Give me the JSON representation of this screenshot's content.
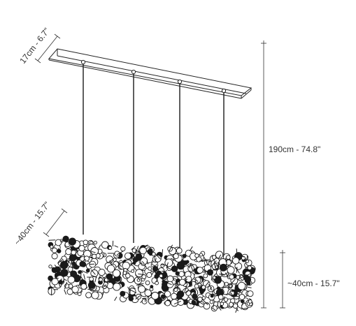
{
  "dimensions": {
    "canopy_depth": "17cm - 6.7\"",
    "overall_height": "190cm - 74.8\"",
    "cluster_depth": "~40cm - 15.7\"",
    "cluster_height": "~40cm - 15.7\""
  },
  "colors": {
    "line": "#222222",
    "text": "#333333",
    "background": "#ffffff"
  }
}
